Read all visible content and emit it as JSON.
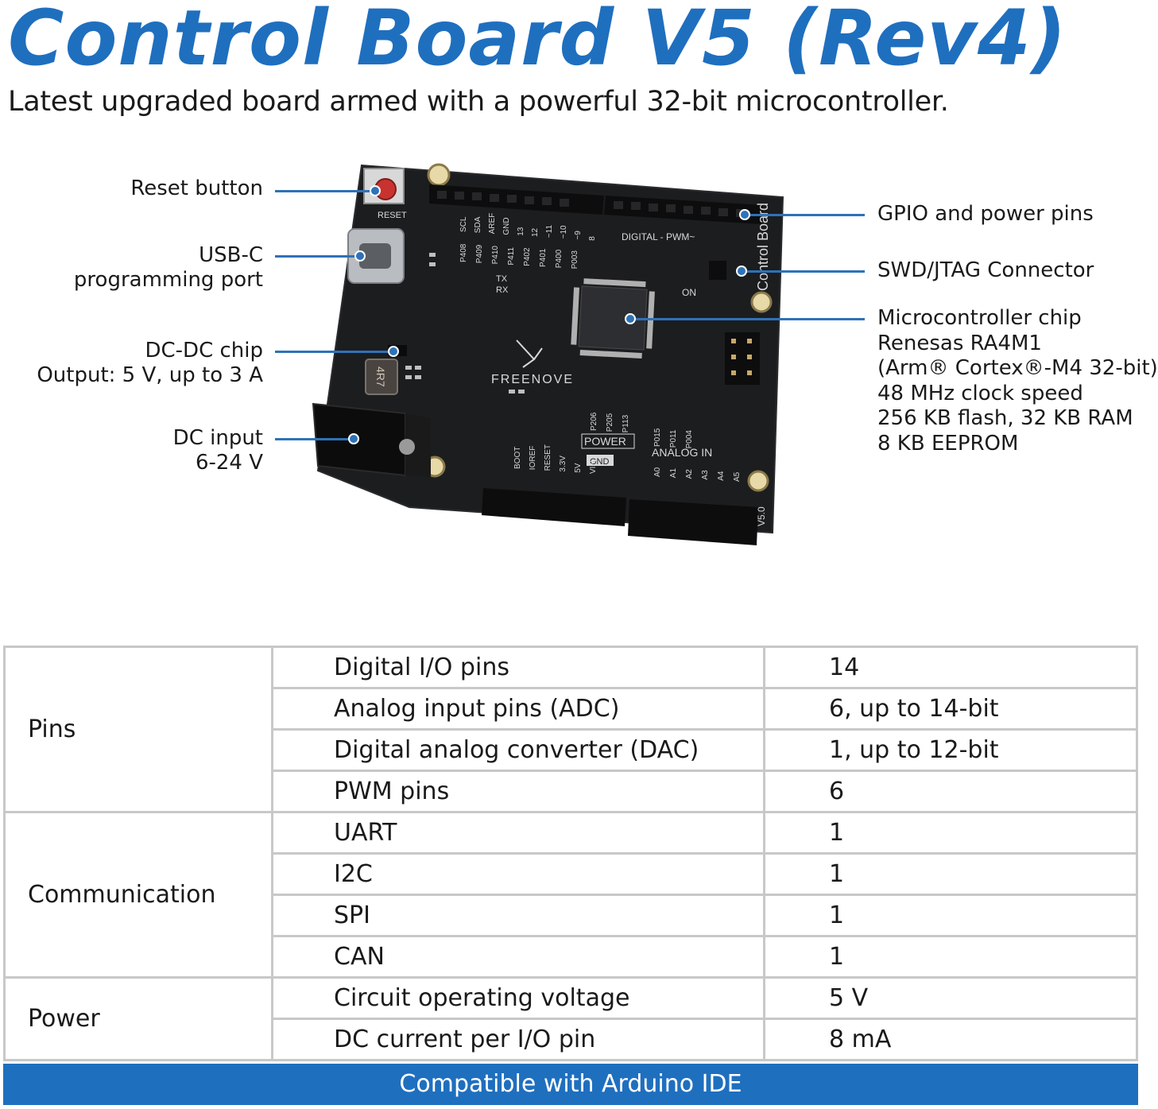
{
  "header": {
    "title": "Control Board V5 (Rev4)",
    "subtitle": "Latest upgraded board armed with a powerful 32-bit microcontroller."
  },
  "callouts_left": [
    {
      "lines": [
        "Reset button"
      ]
    },
    {
      "lines": [
        "USB-C",
        "programming port"
      ]
    },
    {
      "lines": [
        "DC-DC chip",
        "Output: 5 V, up to 3 A"
      ]
    },
    {
      "lines": [
        "DC input",
        "6-24 V"
      ]
    }
  ],
  "callouts_right": [
    {
      "lines": [
        "GPIO and power pins"
      ]
    },
    {
      "lines": [
        "SWD/JTAG Connector"
      ]
    },
    {
      "lines": [
        "Microcontroller chip",
        "Renesas RA4M1",
        "(Arm® Cortex®-M4 32-bit)",
        "48 MHz clock speed",
        "256 KB flash, 32 KB RAM",
        "8 KB EEPROM"
      ]
    }
  ],
  "board": {
    "silk_title": "Control Board",
    "brand": "FREENOVE",
    "reset_label": "RESET",
    "digital_label": "DIGITAL - PWM~",
    "power_label": "POWER",
    "gnd_label": "GND",
    "analog_label": "ANALOG IN",
    "on_label": "ON",
    "version": "V5.0",
    "inductor_label": "4R7",
    "top_pins": [
      "P408",
      "P409",
      "P410",
      "P411",
      "P402",
      "P401",
      "P400",
      "P003"
    ],
    "top_pin_names": [
      "SCL",
      "SDA",
      "AREF",
      "GND",
      "13",
      "12",
      "~11",
      "~10",
      "~9",
      "8"
    ],
    "tx_label": "TX",
    "rx_label": "RX",
    "bottom_power_pins": [
      "BOOT",
      "IOREF",
      "RESET",
      "3.3V",
      "5V",
      "VIN"
    ],
    "bottom_power_codes": [
      "P206",
      "P205",
      "P113"
    ],
    "analog_codes": [
      "P015",
      "P011",
      "P004"
    ],
    "analog_pins": [
      "A0",
      "A1",
      "A2",
      "A3",
      "A4",
      "A5"
    ],
    "colors": {
      "pcb": "#1c1d1f",
      "header": "#0d0d0e",
      "silk": "#d9d9d9",
      "button": "#c8332f",
      "metal": "#b9bcc0"
    }
  },
  "spec_table": [
    {
      "category": "Pins",
      "rows": [
        {
          "feature": "Digital I/O pins",
          "value": "14"
        },
        {
          "feature": "Analog input pins (ADC)",
          "value": "6, up to 14-bit"
        },
        {
          "feature": "Digital analog converter (DAC)",
          "value": "1, up to 12-bit"
        },
        {
          "feature": "PWM pins",
          "value": "6"
        }
      ]
    },
    {
      "category": "Communication",
      "rows": [
        {
          "feature": "UART",
          "value": "1"
        },
        {
          "feature": "I2C",
          "value": "1"
        },
        {
          "feature": "SPI",
          "value": "1"
        },
        {
          "feature": "CAN",
          "value": "1"
        }
      ]
    },
    {
      "category": "Power",
      "rows": [
        {
          "feature": "Circuit operating voltage",
          "value": "5 V"
        },
        {
          "feature": "DC current per I/O pin",
          "value": "8 mA"
        }
      ]
    }
  ],
  "footer": {
    "text": "Compatible with Arduino IDE"
  }
}
